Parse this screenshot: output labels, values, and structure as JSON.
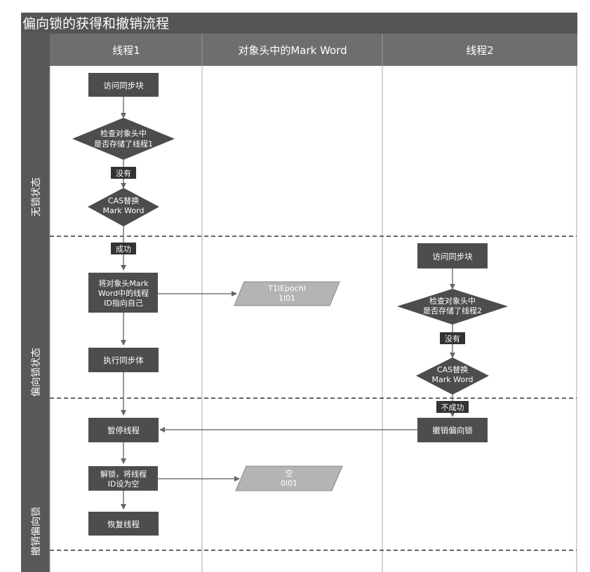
{
  "title": "偏向锁的获得和撤销流程",
  "columns": [
    "线程1",
    "对象头中的Mark Word",
    "线程2"
  ],
  "rows": [
    "无锁状态",
    "偏向锁状态",
    "撤销偏向锁"
  ],
  "boxes": {
    "t1_access": "访问同步块",
    "t1_set_line1": "将对象头Mark",
    "t1_set_line2": "Word中的线程",
    "t1_set_line3": "ID指向自己",
    "t1_exec": "执行同步体",
    "t1_pause": "暂停线程",
    "t1_unlock_line1": "解锁，将线程",
    "t1_unlock_line2": "ID设为空",
    "t1_resume": "恢复线程",
    "t2_access": "访问同步块",
    "t2_revoke": "撤销偏向锁"
  },
  "diamonds": {
    "t1_check_line1": "检查对象头中",
    "t1_check_line2": "是否存储了线程1",
    "t1_cas_line1": "CAS替换",
    "t1_cas_line2": "Mark Word",
    "t2_check_line1": "检查对象头中",
    "t2_check_line2": "是否存储了线程2",
    "t2_cas_line1": "CAS替换",
    "t2_cas_line2": "Mark Word"
  },
  "mark_words": {
    "biased_line1": "T1lEpochl",
    "biased_line2": "1l01",
    "empty_line1": "空",
    "empty_line2": "0l01"
  },
  "edge_labels": {
    "t1_no": "没有",
    "t1_success": "成功",
    "t2_no": "没有",
    "t2_fail": "不成功"
  },
  "colors": {
    "frame": "#585858",
    "header_bar": "#6b6b6b",
    "box": "#4d4d4d",
    "parallelogram": "#b4b4b4",
    "line": "#7a7a7a"
  }
}
